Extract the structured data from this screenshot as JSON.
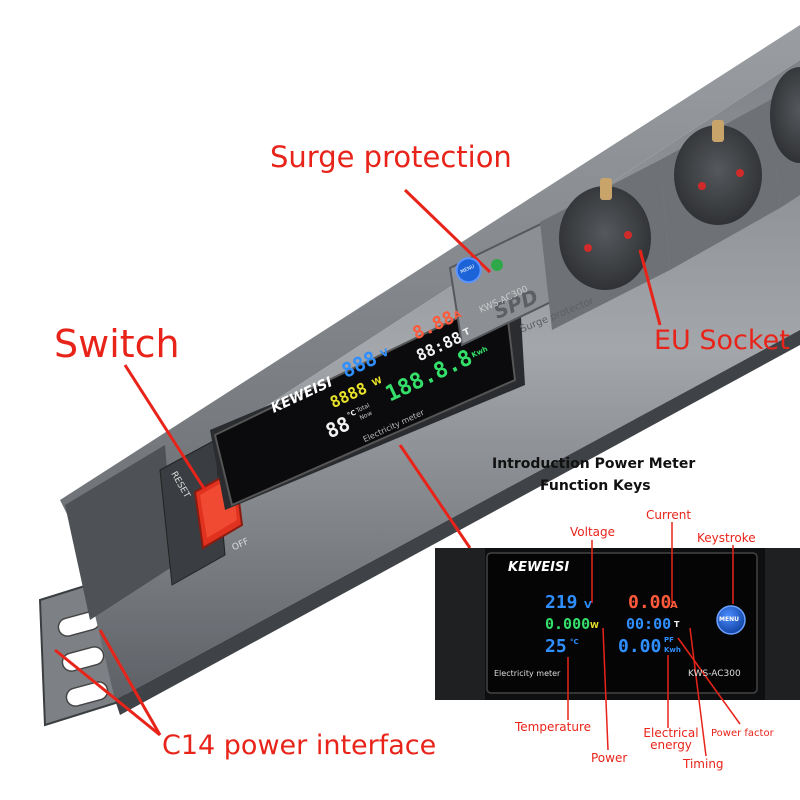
{
  "colors": {
    "callout_red": "#e8241a",
    "strip_body": "#8a8e93",
    "socket_dark": "#3a3c3f",
    "display_bg": "#0b0b0d",
    "seg_blue": "#2f8fff",
    "seg_yellow": "#e9e22a",
    "seg_red": "#ff5a3c",
    "seg_green": "#34e06a",
    "seg_white": "#f2f2f2",
    "menu_blue": "#1c63d8"
  },
  "callouts": {
    "surge_protection": "Surge protection",
    "switch": "Switch",
    "eu_socket": "EU Socket",
    "c14_power_interface": "C14 power interface"
  },
  "product": {
    "brand": "KEWEISI",
    "model": "KWS-AC300",
    "meter_caption": "Electricity meter",
    "menu_label": "MENU",
    "spd_mark": "SPD",
    "spd_caption": "Surge protector",
    "switch_top": "RESET",
    "switch_bottom": "OFF"
  },
  "main_display": {
    "voltage": "888",
    "voltage_unit": "V",
    "power": "8888",
    "power_unit": "W",
    "temperature": "88",
    "temperature_unit": "°C",
    "current": "8.88",
    "current_unit": "A",
    "timing": "88:88",
    "timing_unit": "T",
    "energy": "188.8.8",
    "energy_unit": "Kwh",
    "total_label": "Total",
    "now_label": "Now"
  },
  "inset": {
    "title_line1": "Introduction Power Meter",
    "title_line2": "Function Keys",
    "brand": "KEWEISI",
    "model": "KWS-AC300",
    "meter_caption": "Electricity meter",
    "menu_label": "MENU",
    "voltage_value": "219",
    "voltage_unit": "V",
    "current_value": "0.00",
    "current_unit": "A",
    "power_value": "0.000",
    "power_unit": "W",
    "timing_value": "00:00",
    "timing_unit": "T",
    "temperature_value": "25",
    "temperature_unit": "°C",
    "energy_value": "0.00",
    "pf_unit": "PF",
    "energy_unit": "Kwh",
    "labels": {
      "voltage": "Voltage",
      "current": "Current",
      "keystroke": "Keystroke",
      "temperature": "Temperature",
      "power": "Power",
      "electrical_energy": "Electrical energy",
      "timing": "Timing",
      "power_factor": "Power factor"
    }
  }
}
